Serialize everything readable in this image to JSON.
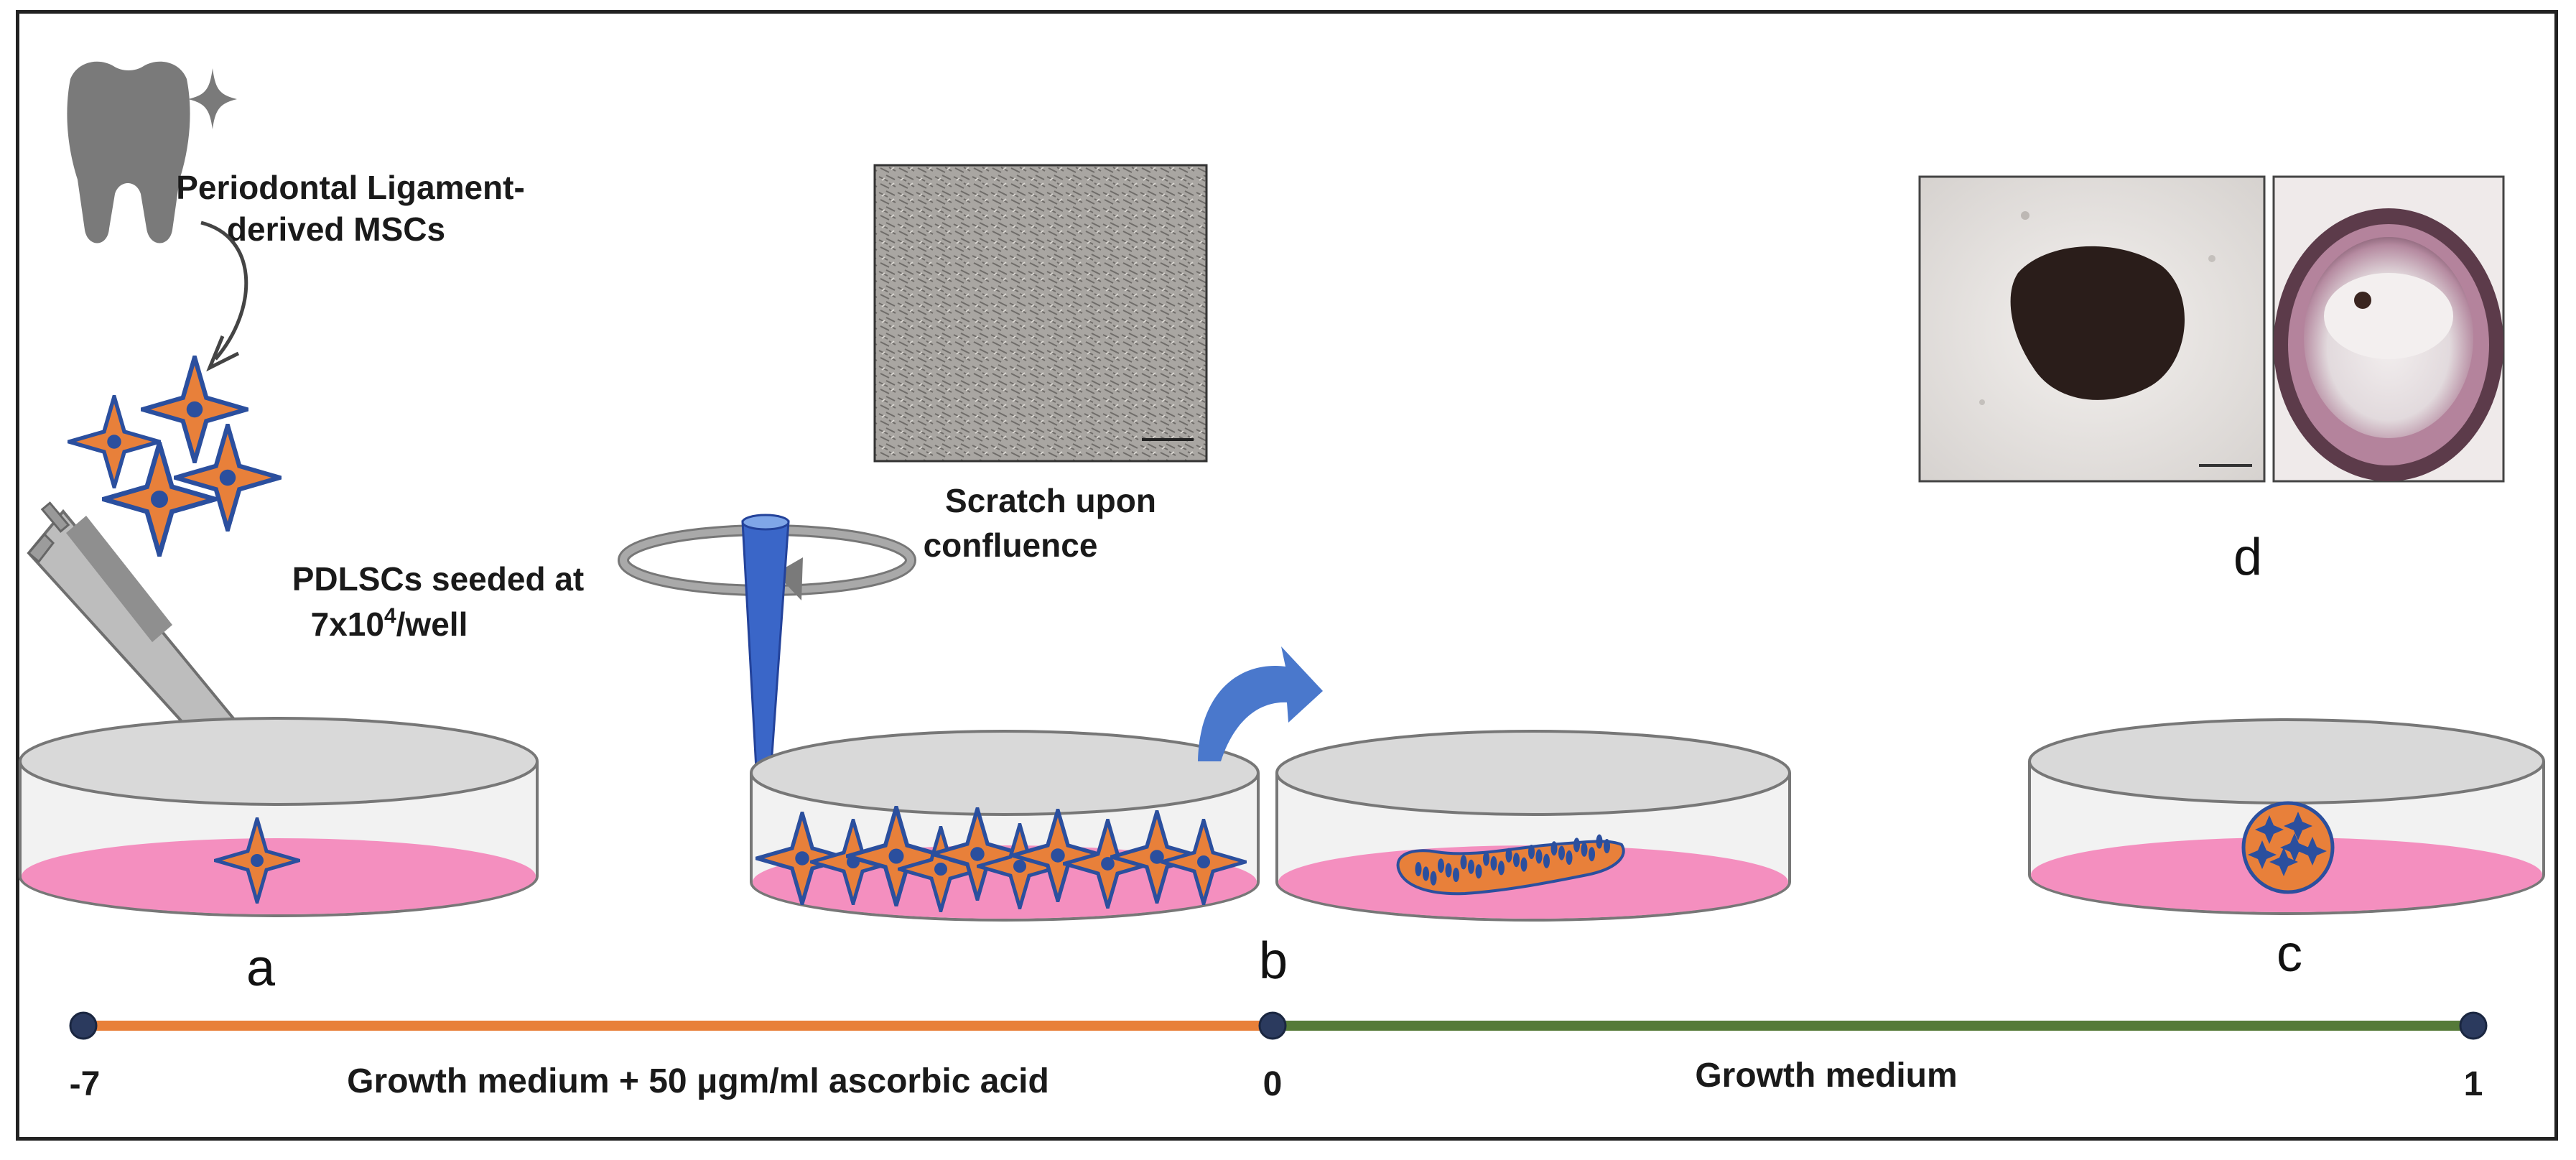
{
  "labels": {
    "source_line1": "Periodontal Ligament-",
    "source_line2": "derived MSCs",
    "seeded_line1": "PDLSCs seeded at",
    "seeded_line2_base": "7x10",
    "seeded_line2_sup": "4",
    "seeded_line2_tail": "/well",
    "scratch_line1": "Scratch upon",
    "scratch_line2": "confluence"
  },
  "stages": {
    "a": "a",
    "b": "b",
    "c": "c",
    "d": "d"
  },
  "timeline": {
    "ticks": [
      "-7",
      "0",
      "1"
    ],
    "phase1": "Growth medium + 50 μgm/ml ascorbic acid",
    "phase2": "Growth medium",
    "phase1_color": "#e8803a",
    "phase2_color": "#557a38"
  },
  "colors": {
    "cell_orange": "#e8803a",
    "cell_blue": "#2b4f9e",
    "medium_pink": "#f48fbf",
    "dish_gray": "#d9d9d9",
    "tip_blue": "#3a66c8",
    "arrow_blue": "#4a78cc"
  },
  "icons": [
    "tooth-icon",
    "sparkle-icon",
    "pipette-icon",
    "pipette-tip-icon",
    "rotation-arrow-icon",
    "transfer-arrow-icon"
  ]
}
